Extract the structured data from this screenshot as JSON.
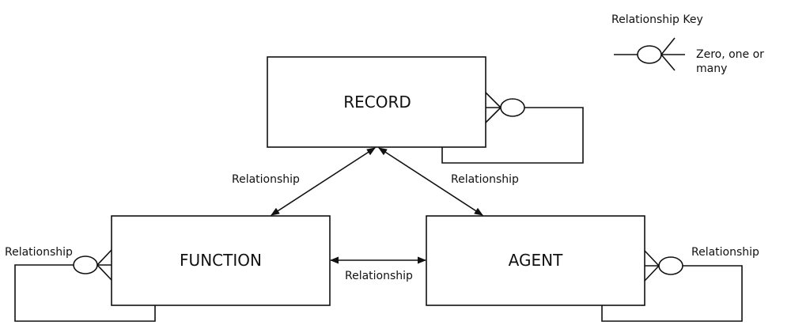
{
  "entities": {
    "record": "RECORD",
    "function": "FUNCTION",
    "agent": "AGENT"
  },
  "relationships": {
    "record_function": "Relationship",
    "record_agent": "Relationship",
    "function_agent": "Relationship",
    "function_self": "Relationship",
    "agent_self": "Relationship"
  },
  "key": {
    "title": "Relationship Key",
    "line1": "Zero, one or",
    "line2": "many"
  }
}
